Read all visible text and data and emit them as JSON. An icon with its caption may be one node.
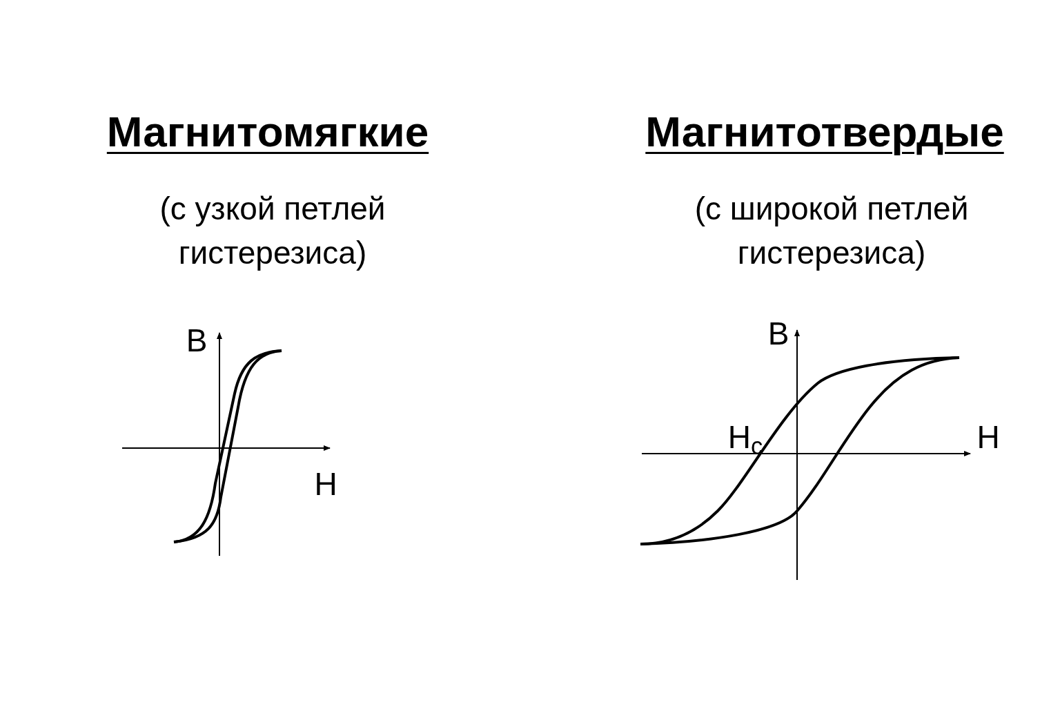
{
  "diagram": {
    "labels": [
      "Магнитомягкие",
      "Магнитотвердые",
      "(с узкой петлей гистерезиса)",
      "(с широкой петлей гистерезиса)",
      "B",
      "H",
      "B",
      "H$_{c}$",
      "H"
    ]
  }
}
